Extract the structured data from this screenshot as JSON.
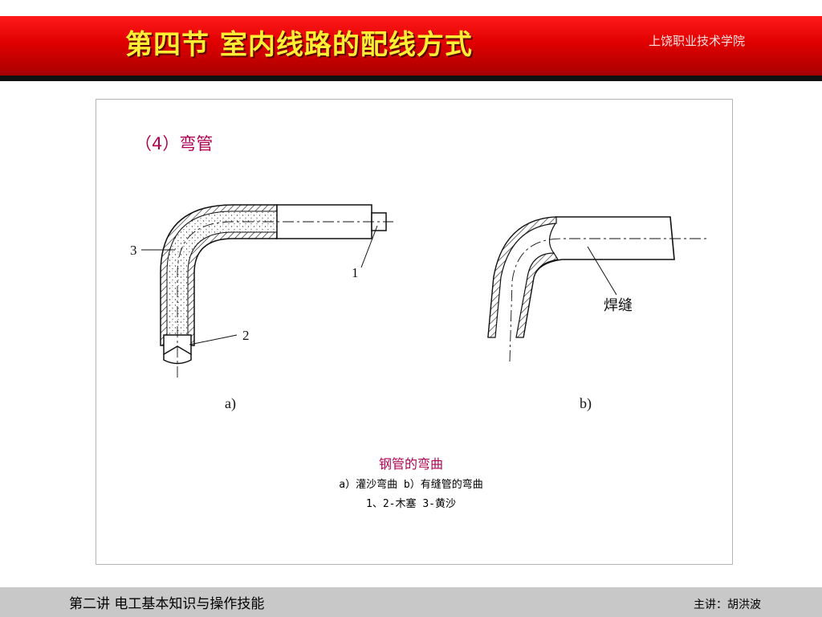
{
  "header": {
    "title": "第四节  室内线路的配线方式",
    "school": "上饶职业技术学院"
  },
  "content": {
    "section_heading": "（4）弯管",
    "figure": {
      "labels": {
        "callout_3": "3",
        "callout_1": "1",
        "callout_2": "2",
        "weld_seam": "焊缝",
        "sub_a": "a)",
        "sub_b": "b)"
      }
    },
    "caption": {
      "title": "钢管的弯曲",
      "line1": "a）灌沙弯曲  b）有缝管的弯曲",
      "line2": "1、2-木塞 3-黄沙"
    }
  },
  "footer": {
    "left": "第二讲 电工基本知识与操作技能",
    "right": "主讲：胡洪波"
  }
}
